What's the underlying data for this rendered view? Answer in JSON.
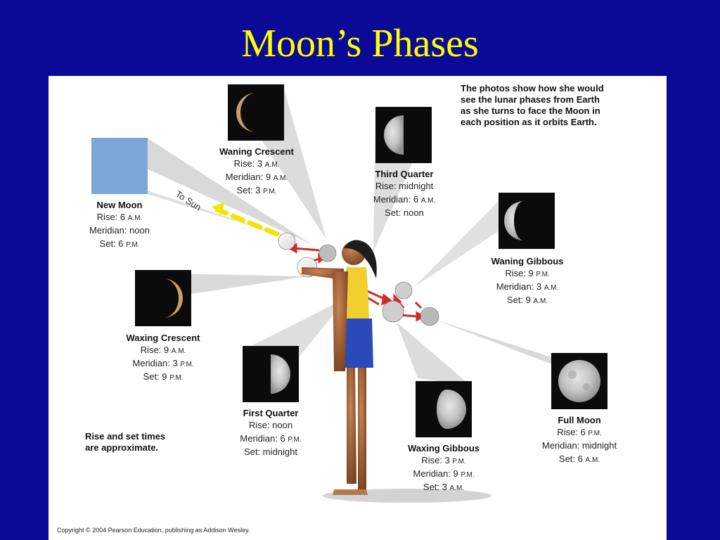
{
  "slide": {
    "title": "Moon’s Phases"
  },
  "figure": {
    "intro_note": [
      "The photos show how she would",
      "see the lunar phases from Earth",
      "as she turns to face the Moon in",
      "each position as it orbits Earth."
    ],
    "to_sun_label": "To Sun",
    "rise_set_note": [
      "Rise and set times",
      "are approximate."
    ],
    "copyright": "Copyright © 2004 Pearson Education, publishing as Addison Wesley.",
    "phases": [
      {
        "name": "New Moon",
        "rise": "6",
        "rise_sfx": "A.M.",
        "meridian": "noon",
        "meridian_sfx": "",
        "set": "6",
        "set_sfx": "P.M."
      },
      {
        "name": "Waning Crescent",
        "rise": "3",
        "rise_sfx": "A.M.",
        "meridian": "9",
        "meridian_sfx": "A.M.",
        "set": "3",
        "set_sfx": "P.M."
      },
      {
        "name": "Third Quarter",
        "rise": "midnight",
        "rise_sfx": "",
        "meridian": "6",
        "meridian_sfx": "A.M.",
        "set": "noon",
        "set_sfx": ""
      },
      {
        "name": "Waning Gibbous",
        "rise": "9",
        "rise_sfx": "P.M.",
        "meridian": "3",
        "meridian_sfx": "A.M.",
        "set": "9",
        "set_sfx": "A.M."
      },
      {
        "name": "Full Moon",
        "rise": "6",
        "rise_sfx": "P.M.",
        "meridian": "midnight",
        "meridian_sfx": "",
        "set": "6",
        "set_sfx": "A.M."
      },
      {
        "name": "Waxing Gibbous",
        "rise": "3",
        "rise_sfx": "P.M.",
        "meridian": "9",
        "meridian_sfx": "P.M.",
        "set": "3",
        "set_sfx": "A.M."
      },
      {
        "name": "First Quarter",
        "rise": "noon",
        "rise_sfx": "",
        "meridian": "6",
        "meridian_sfx": "P.M.",
        "set": "midnight",
        "set_sfx": ""
      },
      {
        "name": "Waxing Crescent",
        "rise": "9",
        "rise_sfx": "A.M.",
        "meridian": "3",
        "meridian_sfx": "P.M.",
        "set": "9",
        "set_sfx": "P.M."
      }
    ],
    "prefixes": {
      "rise": "Rise: ",
      "meridian": "Meridian: ",
      "set": "Set: "
    },
    "colors": {
      "background": "#0a0a96",
      "title": "#ffff00",
      "new_moon_square": "#7da6d8",
      "arrow": "#d42a2a",
      "sun_arrow": "#f2e600"
    }
  }
}
